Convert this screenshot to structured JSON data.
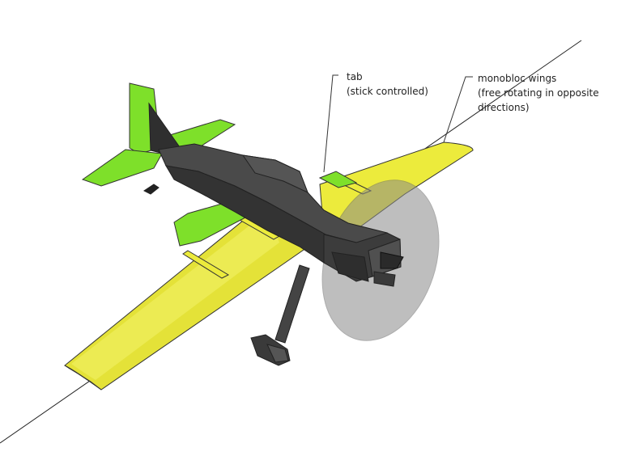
{
  "labels": {
    "tab": {
      "line1": "tab",
      "line2": "(stick controlled)"
    },
    "wings": {
      "line1": "monobloc wings",
      "line2": "(free rotating in opposite",
      "line3": "directions)"
    }
  },
  "colors": {
    "wing_yellow": "#e8e63a",
    "tail_green": "#7ee02a",
    "fuselage_dark": "#3f3f3f",
    "propeller_disc": "#8a8a8a",
    "line": "#222222"
  }
}
